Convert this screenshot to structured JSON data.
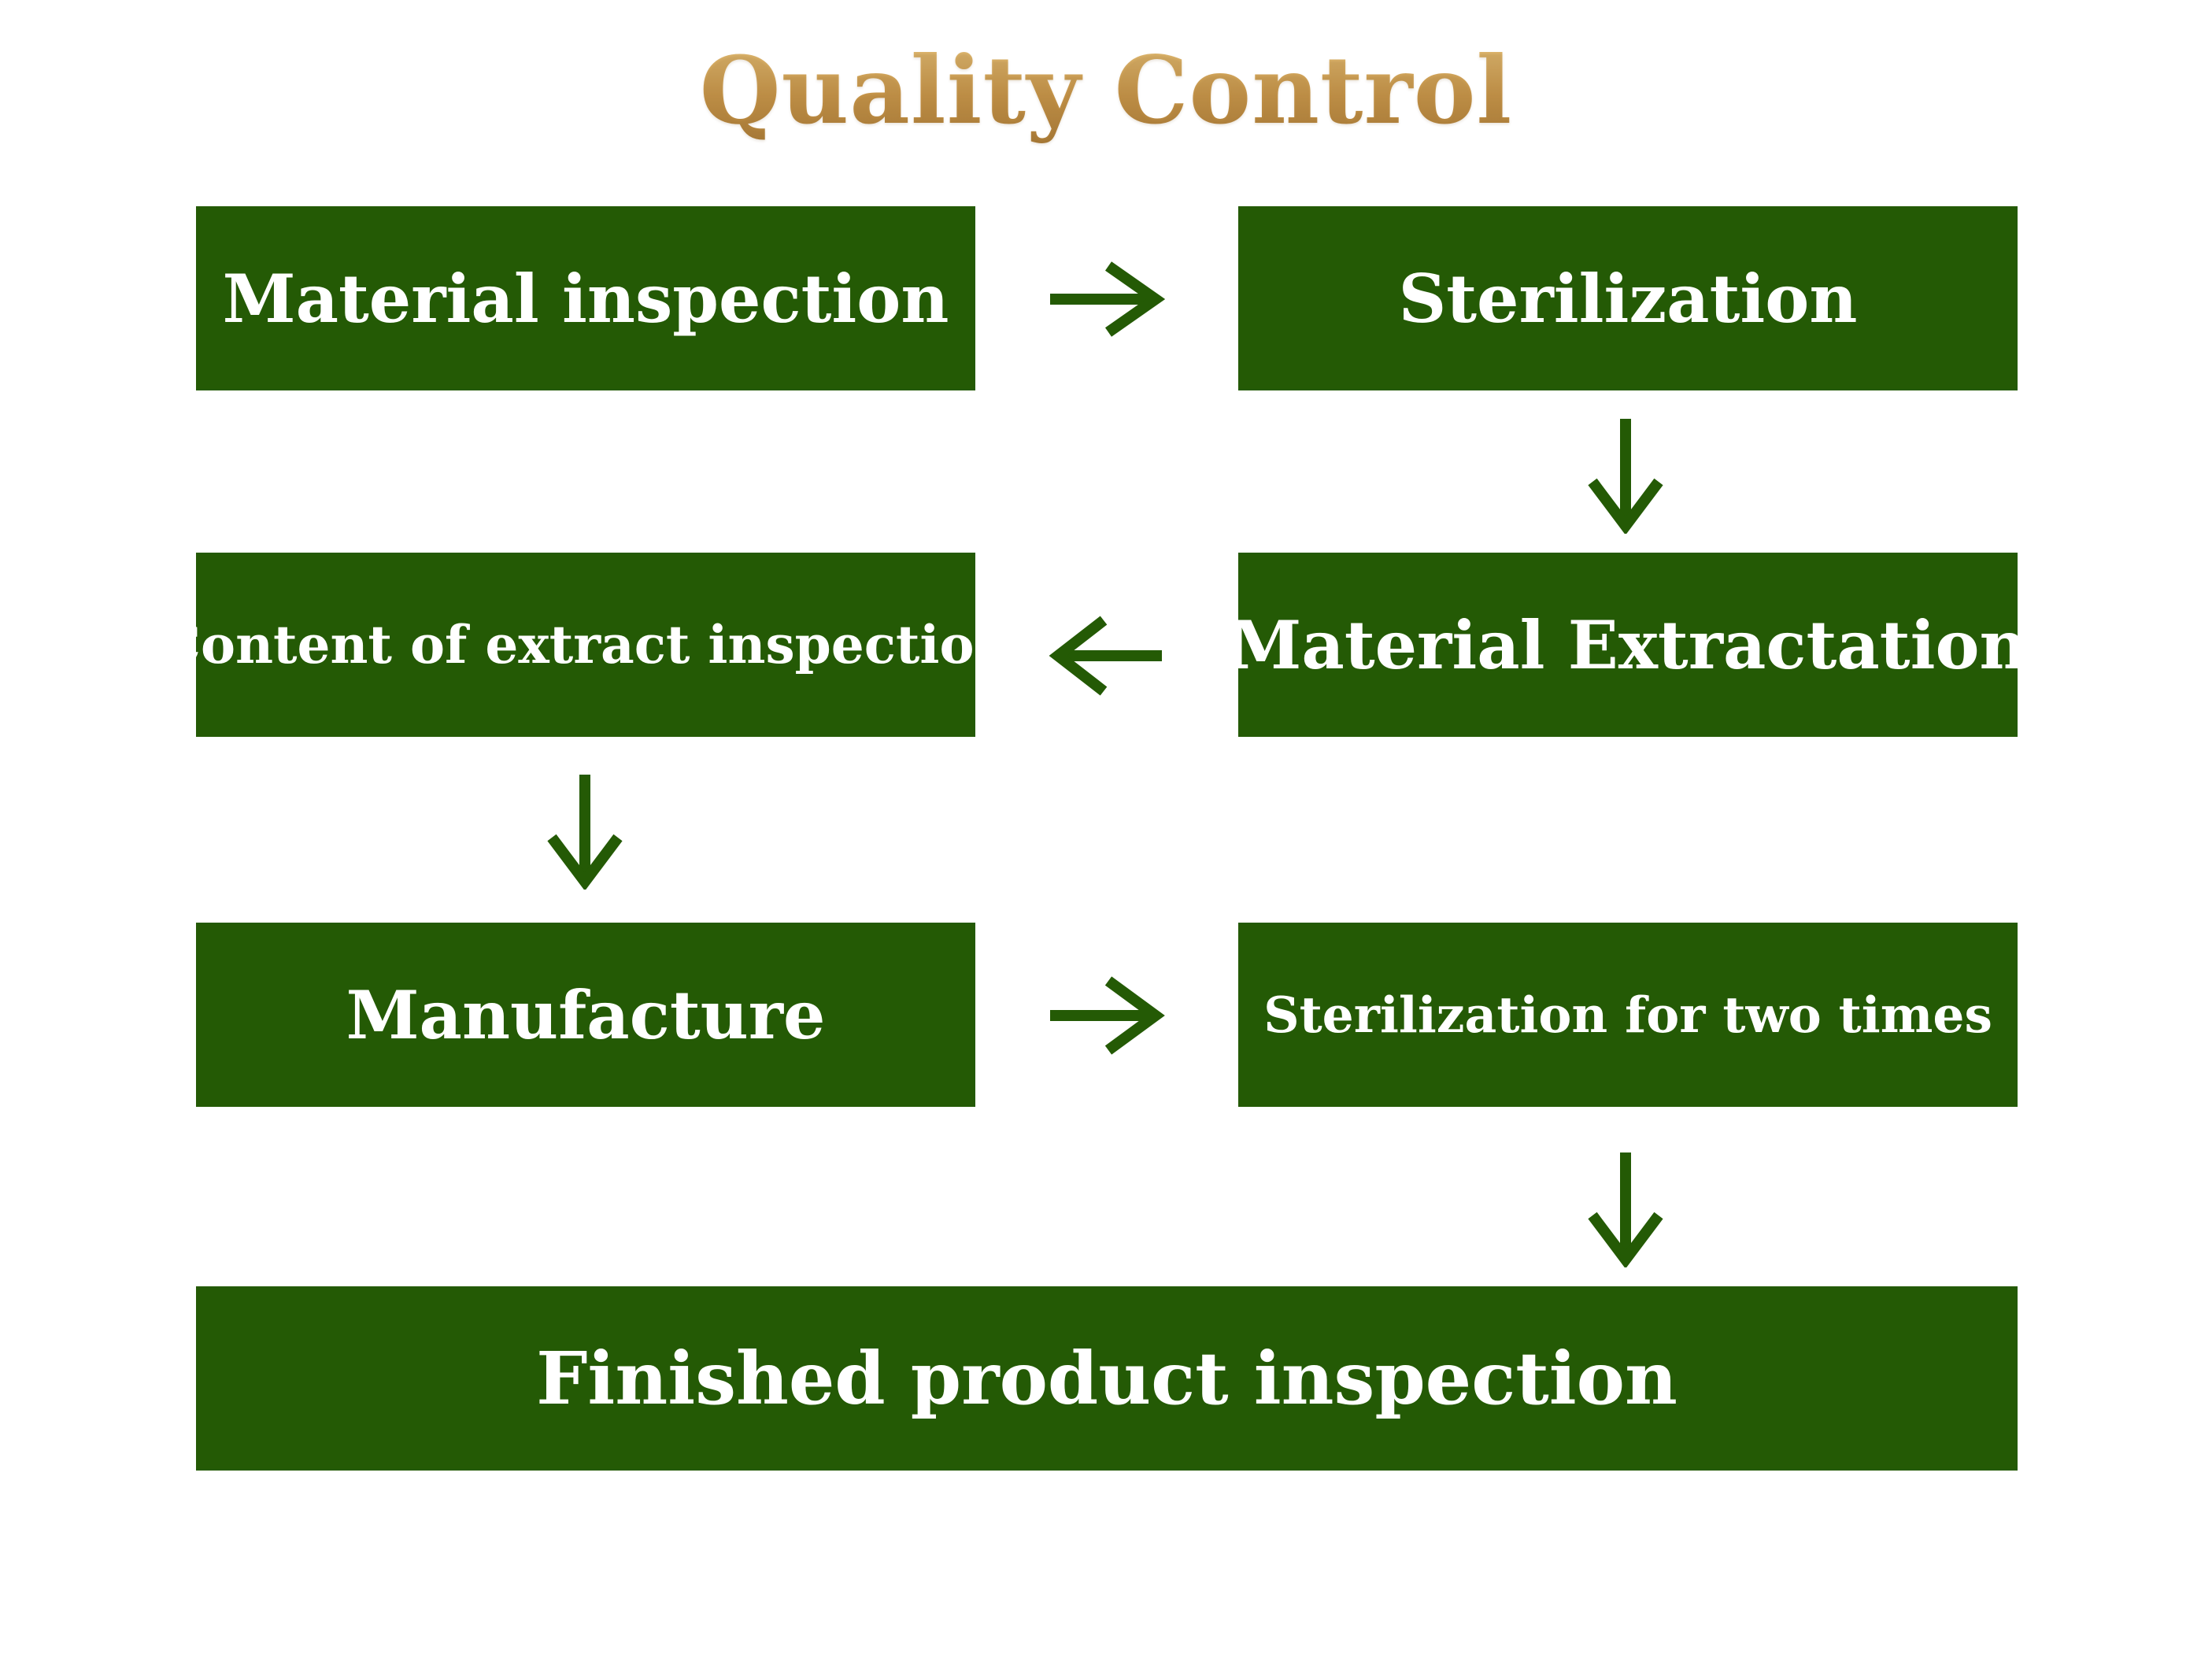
{
  "title": "Quality Control",
  "colors": {
    "box_fill": "#245a05",
    "box_text": "#ffffff",
    "arrow": "#245a05",
    "title_gold": "#c99a4f"
  },
  "steps": {
    "material_inspection": "Material inspection",
    "sterilization": "Sterilization",
    "material_extractation": "Material Extractation",
    "content_inspection": "Content of extract inspection",
    "manufacture": "Manufacture",
    "sterilization_twice": "Sterilization for two times",
    "finished_inspection": "Finished product inspection"
  },
  "arrows": [
    {
      "name": "arrow-right-icon",
      "direction": "right"
    },
    {
      "name": "arrow-down-icon",
      "direction": "down"
    },
    {
      "name": "arrow-left-icon",
      "direction": "left"
    },
    {
      "name": "arrow-down-icon",
      "direction": "down"
    },
    {
      "name": "arrow-right-icon",
      "direction": "right"
    },
    {
      "name": "arrow-down-icon",
      "direction": "down"
    }
  ]
}
